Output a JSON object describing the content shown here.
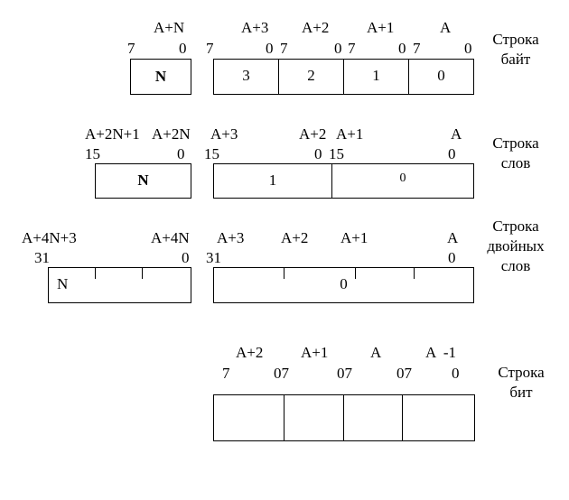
{
  "bytes": {
    "title": [
      "Строка",
      "байт"
    ],
    "addr": {
      "an": "A+N",
      "a3": "A+3",
      "a2": "A+2",
      "a1": "A+1",
      "a": "A"
    },
    "bits": {
      "hi": "7",
      "lo": "0"
    },
    "n_cell": "N",
    "cells": [
      "3",
      "2",
      "1",
      "0"
    ]
  },
  "words": {
    "title": [
      "Строка",
      "слов"
    ],
    "addr": {
      "a2n1": "A+2N+1",
      "a2n": "A+2N",
      "a3": "A+3",
      "a2": "A+2",
      "a1": "A+1",
      "a": "A"
    },
    "bits": {
      "hi": "15",
      "lo": "0"
    },
    "n_cell": "N",
    "cells": [
      "1",
      "0"
    ]
  },
  "dwords": {
    "title": [
      "Строка",
      "двойных",
      "слов"
    ],
    "addr": {
      "a4n3": "A+4N+3",
      "a4n": "A+4N",
      "a3": "A+3",
      "a2": "A+2",
      "a1": "A+1",
      "a": "A"
    },
    "bits": {
      "hi": "31",
      "lo": "0"
    },
    "n_cell": "N",
    "cells": [
      "0"
    ]
  },
  "bitstr": {
    "title": [
      "Строка",
      "бит"
    ],
    "addr": {
      "a2": "A+2",
      "a1": "A+1",
      "a": "A",
      "am1": "A  -1"
    },
    "bits": {
      "b7": "7",
      "b07": "07",
      "b0": "0"
    }
  }
}
